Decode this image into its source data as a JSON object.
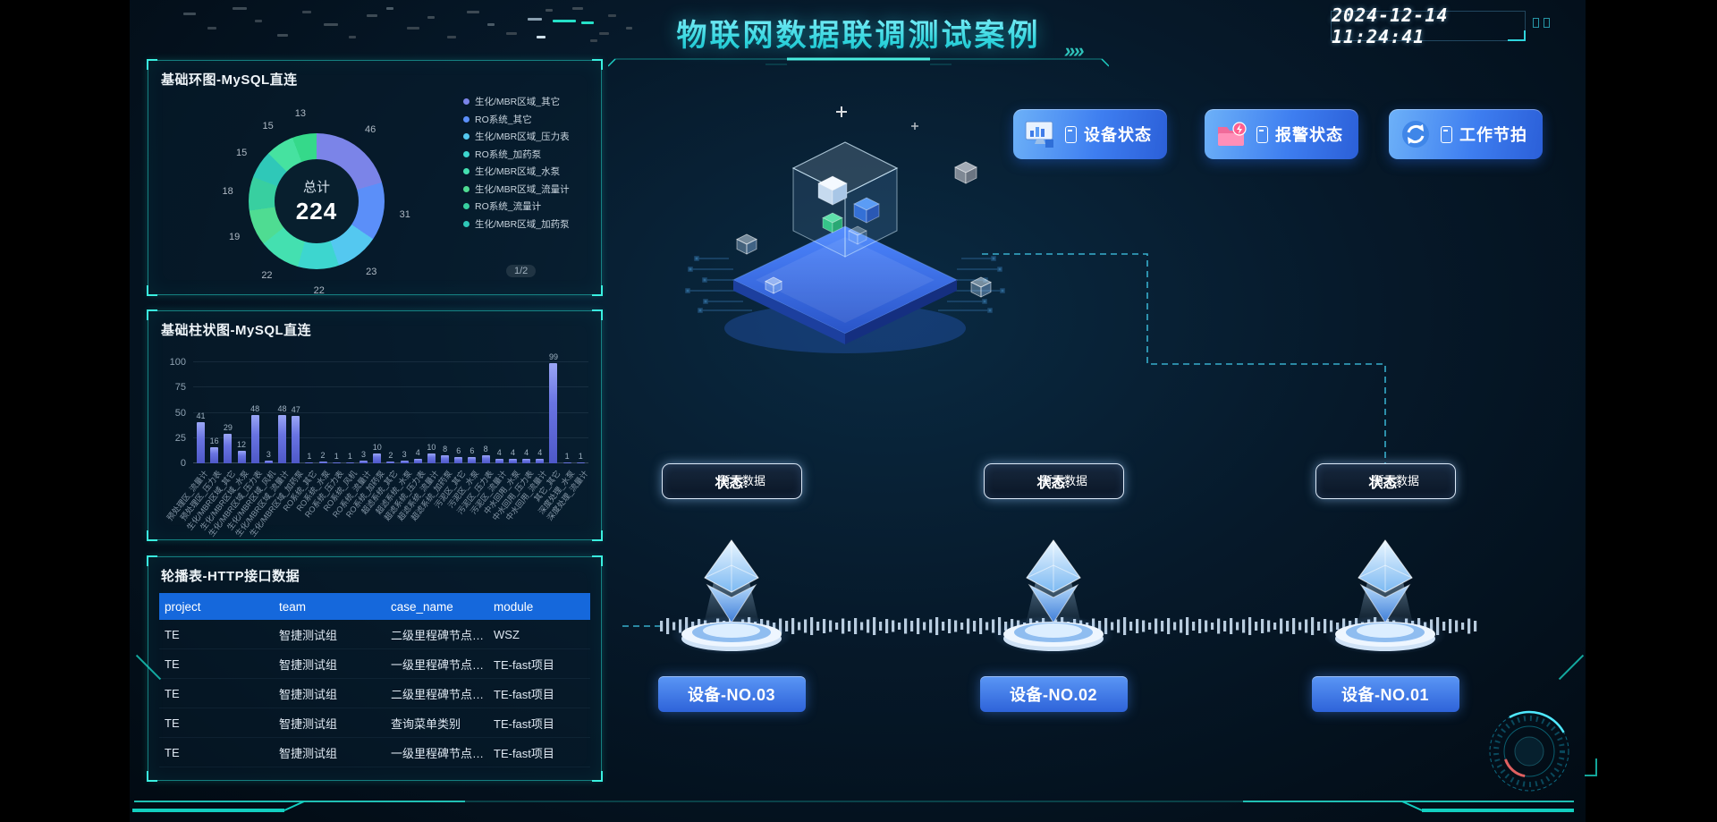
{
  "header": {
    "title": "物联网数据联调测试案例",
    "clock": "2024-12-14 11:24:41"
  },
  "ring_panel": {
    "title": "基础环图-MySQL直连",
    "center_label": "总计",
    "center_value": "224",
    "pagination": "1/2"
  },
  "bar_panel": {
    "title": "基础柱状图-MySQL直连"
  },
  "table_panel": {
    "title": "轮播表-HTTP接口数据",
    "headers": [
      "project",
      "team",
      "case_name",
      "module"
    ],
    "rows": [
      [
        "TE",
        "智捷测试组",
        "二级里程碑节点信...",
        "WSZ"
      ],
      [
        "TE",
        "智捷测试组",
        "一级里程碑节点信...",
        "TE-fast项目"
      ],
      [
        "TE",
        "智捷测试组",
        "二级里程碑节点信...",
        "TE-fast项目"
      ],
      [
        "TE",
        "智捷测试组",
        "查询菜单类别",
        "TE-fast项目"
      ],
      [
        "TE",
        "智捷测试组",
        "一级里程碑节点信...",
        "TE-fast项目"
      ]
    ]
  },
  "status_buttons": [
    {
      "label": "设备状态",
      "icon": "monitor-chart-icon"
    },
    {
      "label": "报警状态",
      "icon": "alarm-folder-icon"
    },
    {
      "label": "工作节拍",
      "icon": "sync-arrows-icon"
    }
  ],
  "devices": [
    {
      "name": "设备-NO.03",
      "status_label": "状态:",
      "status_value": "暂无数据"
    },
    {
      "name": "设备-NO.02",
      "status_label": "状态:",
      "status_value": "暂无数据"
    },
    {
      "name": "设备-NO.01",
      "status_label": "状态:",
      "status_value": "暂无数据"
    }
  ],
  "chart_data": [
    {
      "type": "pie",
      "title": "基础环图-MySQL直连",
      "values": [
        46,
        31,
        23,
        22,
        22,
        19,
        18,
        15,
        15,
        13
      ],
      "labels_visible_page": [
        "生化/MBR区域_其它",
        "RO系统_其它",
        "生化/MBR区域_压力表",
        "RO系统_加药泵",
        "生化/MBR区域_水泵",
        "生化/MBR区域_流量计",
        "RO系统_流量计",
        "生化/MBR区域_加药泵"
      ],
      "legend_page": "1/2",
      "center": {
        "label": "总计",
        "value": 224
      },
      "colors": [
        "#7b84e8",
        "#5b8ff9",
        "#54c8f0",
        "#3dd6cf",
        "#44e0b0",
        "#4fdc92",
        "#38cfa0",
        "#2fc8b8",
        "#46e2a0",
        "#35d98a"
      ],
      "hole_ratio": 0.62,
      "legend_position": "right"
    },
    {
      "type": "bar",
      "title": "基础柱状图-MySQL直连",
      "categories": [
        "预处理区_流量计",
        "预处理区_压力表",
        "生化/MBR区域_其它",
        "生化/MBR区域_水泵",
        "生化/MBR区域_压力表",
        "生化/MBR区域_风机",
        "生化/MBR区域_流量计",
        "生化/MBR区域_加药泵",
        "RO系统_其它",
        "RO系统_水泵",
        "RO系统_压力表",
        "RO系统_风机",
        "RO系统_流量计",
        "RO系统_加药泵",
        "超滤系统_其它",
        "超滤系统_水泵",
        "超滤系统_压力表",
        "超滤系统_流量计",
        "超滤系统_加药泵",
        "污泥区_其它",
        "污泥区_水泵",
        "污泥区_压力表",
        "污泥区_流量计",
        "中水回用_水泵",
        "中水回用_压力表",
        "中水回用_流量计",
        "其它_其它",
        "深度处理_水泵",
        "深度处理_流量计"
      ],
      "values": [
        41,
        16,
        29,
        12,
        48,
        3,
        48,
        47,
        1,
        2,
        1,
        1,
        3,
        10,
        2,
        3,
        4,
        10,
        8,
        6,
        6,
        8,
        4,
        4,
        4,
        4,
        99,
        1,
        1
      ],
      "ylim": [
        0,
        100
      ],
      "yticks": [
        0,
        25,
        50,
        75,
        100
      ],
      "bar_color": "#6974e2",
      "grid": true
    }
  ]
}
